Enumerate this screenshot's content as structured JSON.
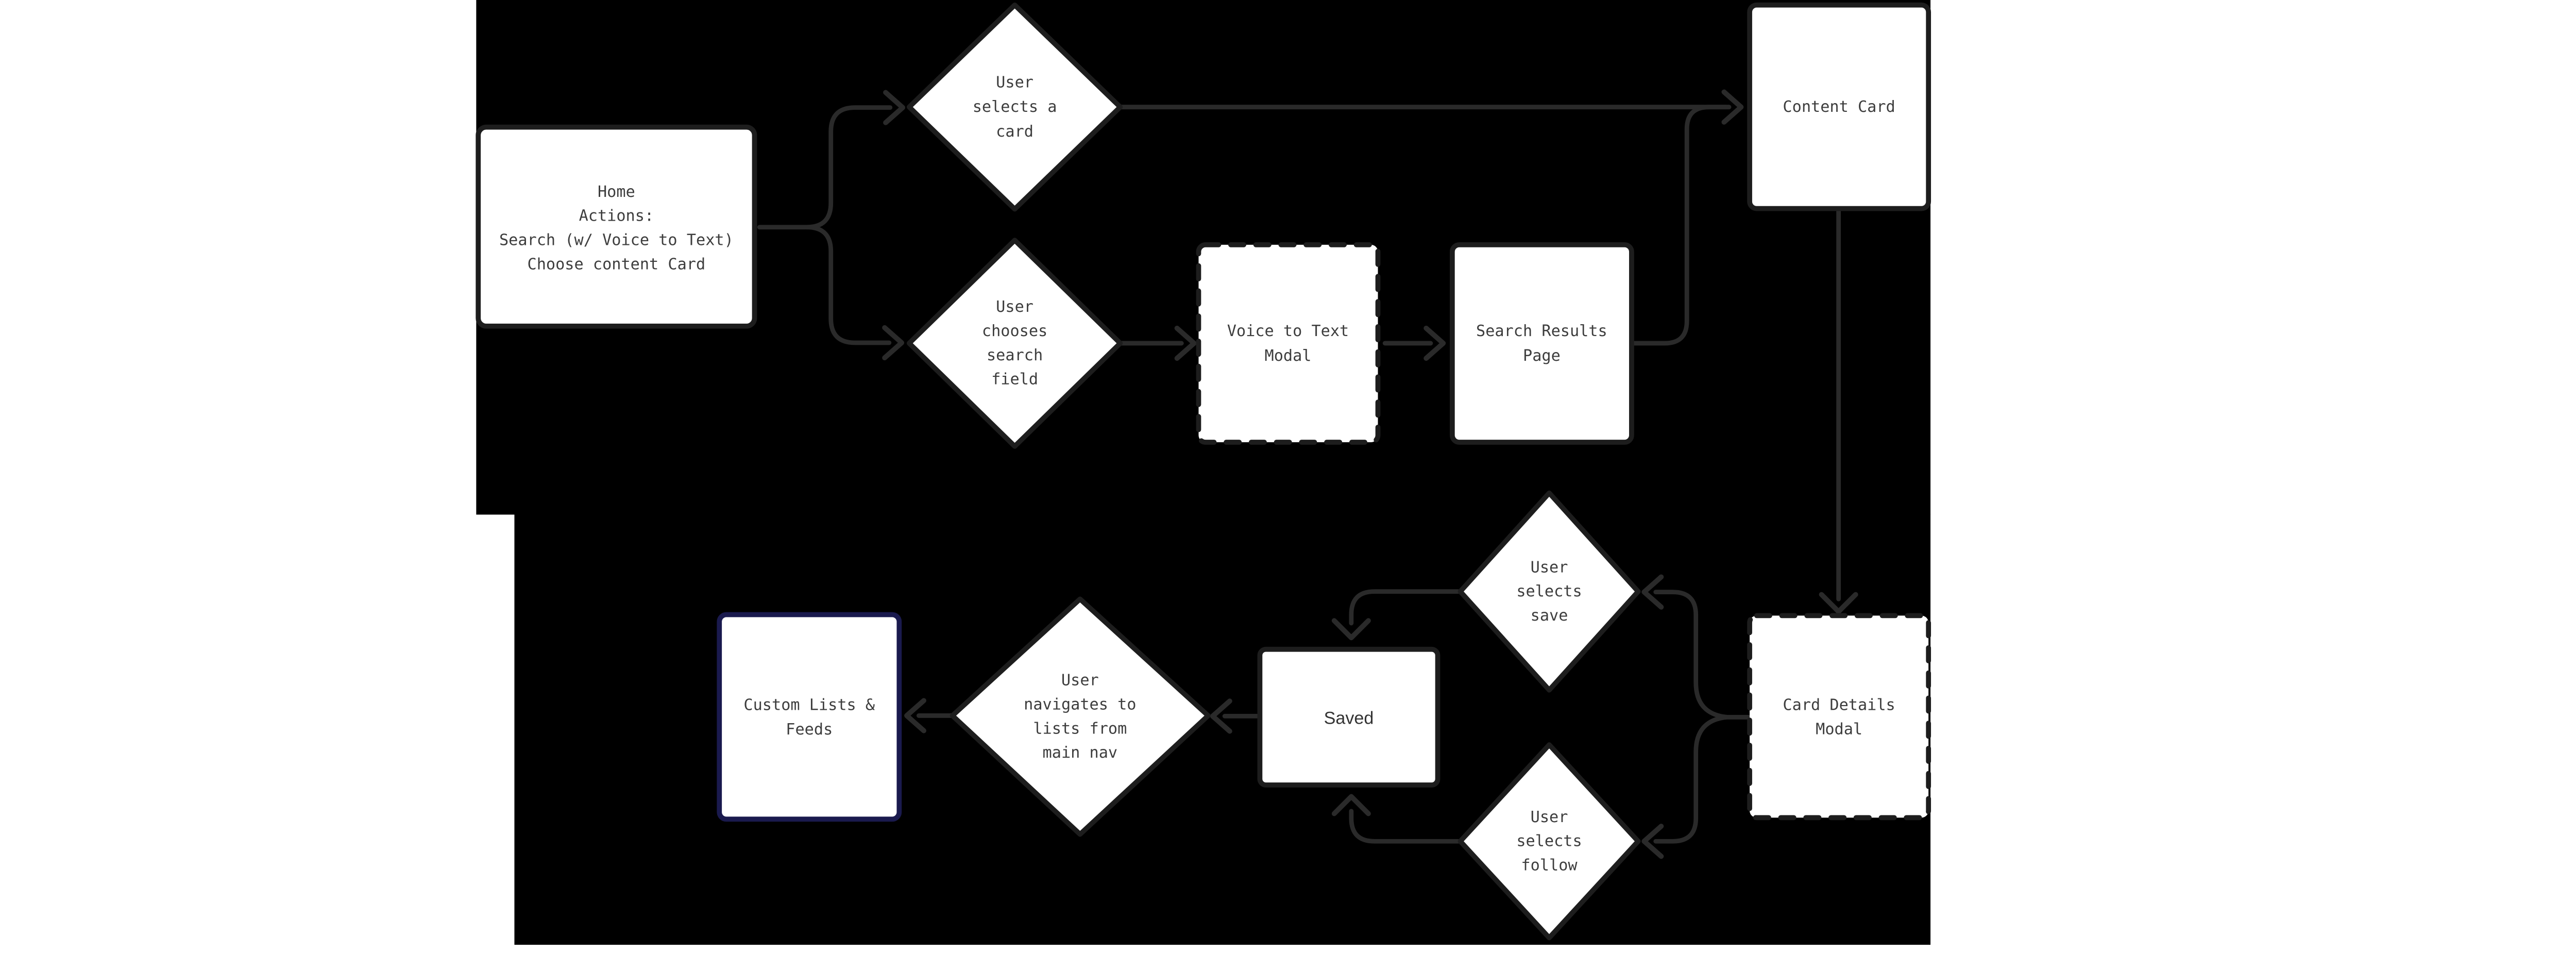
{
  "colors": {
    "background": "#ffffff",
    "panel": "#000000",
    "connector": "#2a2a2a",
    "node_border": "#1d1d1d",
    "node_fill": "#ffffff",
    "accent_border": "#1a1a4e",
    "label": "#3d3d3d"
  },
  "nodes": {
    "home": {
      "shape": "rectangle",
      "lines": [
        "Home",
        "Actions:",
        "Search (w/ Voice to Text)",
        "Choose content Card"
      ]
    },
    "user_selects_card": {
      "shape": "diamond",
      "lines": [
        "User",
        "selects a",
        "card"
      ]
    },
    "user_chooses_search_field": {
      "shape": "diamond",
      "lines": [
        "User",
        "chooses",
        "search",
        "field"
      ]
    },
    "voice_to_text_modal": {
      "shape": "rectangle-dashed",
      "lines": [
        "Voice to Text",
        "Modal"
      ]
    },
    "search_results_page": {
      "shape": "rectangle",
      "lines": [
        "Search Results",
        "Page"
      ]
    },
    "content_card": {
      "shape": "rectangle",
      "lines": [
        "Content Card"
      ]
    },
    "user_selects_save": {
      "shape": "diamond",
      "lines": [
        "User",
        "selects",
        "save"
      ]
    },
    "card_details_modal": {
      "shape": "rectangle-dashed",
      "lines": [
        "Card Details",
        "Modal"
      ]
    },
    "saved": {
      "shape": "rectangle",
      "lines": [
        "Saved"
      ]
    },
    "user_selects_follow": {
      "shape": "diamond",
      "lines": [
        "User",
        "selects",
        "follow"
      ]
    },
    "user_navigates_lists": {
      "shape": "diamond",
      "lines": [
        "User",
        "navigates to",
        "lists from",
        "main nav"
      ]
    },
    "custom_lists_feeds": {
      "shape": "rectangle-accent",
      "lines": [
        "Custom Lists &",
        "Feeds"
      ]
    }
  },
  "edges": [
    {
      "from": "home",
      "to": "user_selects_card"
    },
    {
      "from": "home",
      "to": "user_chooses_search_field"
    },
    {
      "from": "user_selects_card",
      "to": "content_card"
    },
    {
      "from": "user_chooses_search_field",
      "to": "voice_to_text_modal"
    },
    {
      "from": "voice_to_text_modal",
      "to": "search_results_page"
    },
    {
      "from": "search_results_page",
      "to": "content_card"
    },
    {
      "from": "content_card",
      "to": "card_details_modal"
    },
    {
      "from": "card_details_modal",
      "to": "user_selects_save"
    },
    {
      "from": "card_details_modal",
      "to": "user_selects_follow"
    },
    {
      "from": "user_selects_save",
      "to": "saved"
    },
    {
      "from": "user_selects_follow",
      "to": "saved"
    },
    {
      "from": "saved",
      "to": "user_navigates_lists"
    },
    {
      "from": "user_navigates_lists",
      "to": "custom_lists_feeds"
    }
  ]
}
